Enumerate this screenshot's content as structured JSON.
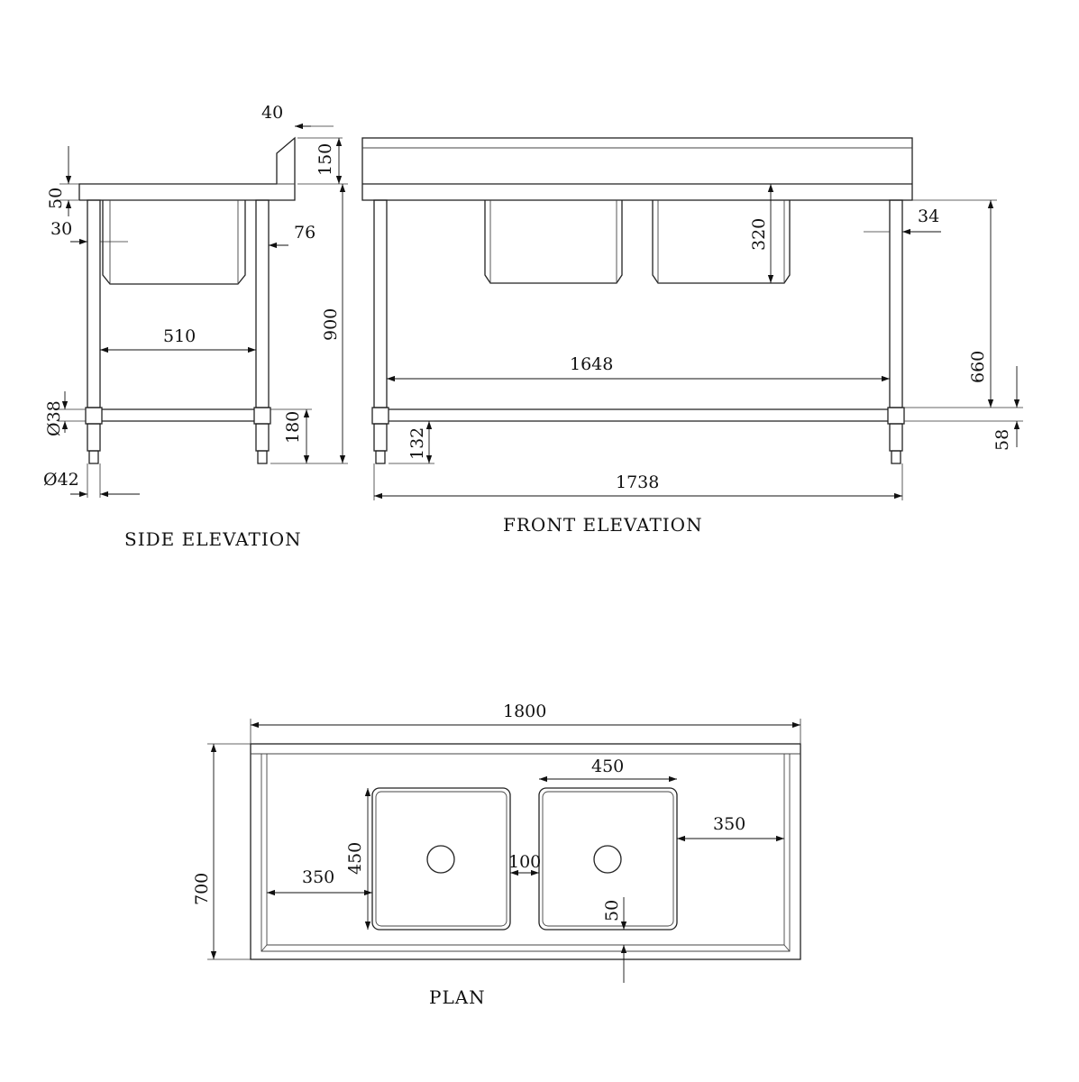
{
  "colors": {
    "line": "#222222",
    "background": "#ffffff"
  },
  "side": {
    "title": "SIDE ELEVATION",
    "dims": {
      "top_width": "40",
      "splash_h": "150",
      "top_thick": "50",
      "edge": "30",
      "leg_in": "76",
      "inner": "510",
      "height": "900",
      "tube": "Ø38",
      "bottom_h": "180",
      "foot": "Ø42"
    }
  },
  "front": {
    "title": "FRONT ELEVATION",
    "dims": {
      "bowl_depth": "320",
      "leg_w": "34",
      "inner": "1648",
      "clear": "660",
      "shelf_h": "132",
      "rail": "58",
      "overall": "1738"
    }
  },
  "plan": {
    "title": "PLAN",
    "dims": {
      "length": "1800",
      "depth": "700",
      "bowl_w": "450",
      "bowl_l": "450",
      "left_drain": "350",
      "right_drain": "350",
      "gap": "100",
      "front_gap": "50"
    }
  }
}
